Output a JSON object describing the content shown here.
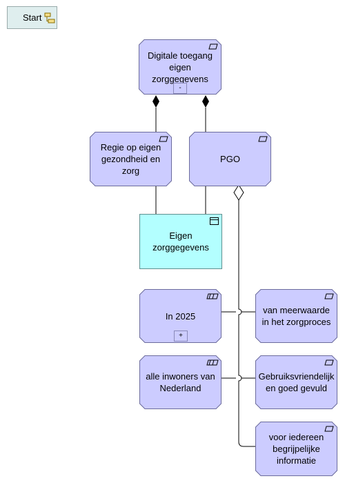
{
  "start": {
    "label": "Start",
    "icon": "navigation-diagram-icon"
  },
  "nodes": {
    "digitale": {
      "label": "Digitale toegang eigen zorggegevens",
      "toggle": "-",
      "icon": "goal-icon"
    },
    "regie": {
      "label": "Regie op eigen gezondheid en zorg",
      "icon": "goal-icon"
    },
    "pgo": {
      "label": "PGO",
      "icon": "goal-icon"
    },
    "eigen": {
      "label": "Eigen zorggegevens",
      "icon": "business-object-icon"
    },
    "in2025": {
      "label": "In 2025",
      "toggle": "+",
      "icon": "principle-icon"
    },
    "meerwaarde": {
      "label": "van meerwaarde in het zorgproces",
      "icon": "principle-icon"
    },
    "inwoners": {
      "label": "alle inwoners van Nederland",
      "icon": "principle-icon"
    },
    "gebruiks": {
      "label": "Gebruiksvriendelijk en goed gevuld",
      "icon": "principle-icon"
    },
    "iedereen": {
      "label": "voor iedereen begrijpelijke informatie",
      "icon": "principle-icon"
    }
  },
  "colors": {
    "node_fill": "#ccccff",
    "object_fill": "#b3ffff",
    "line": "#000000"
  }
}
